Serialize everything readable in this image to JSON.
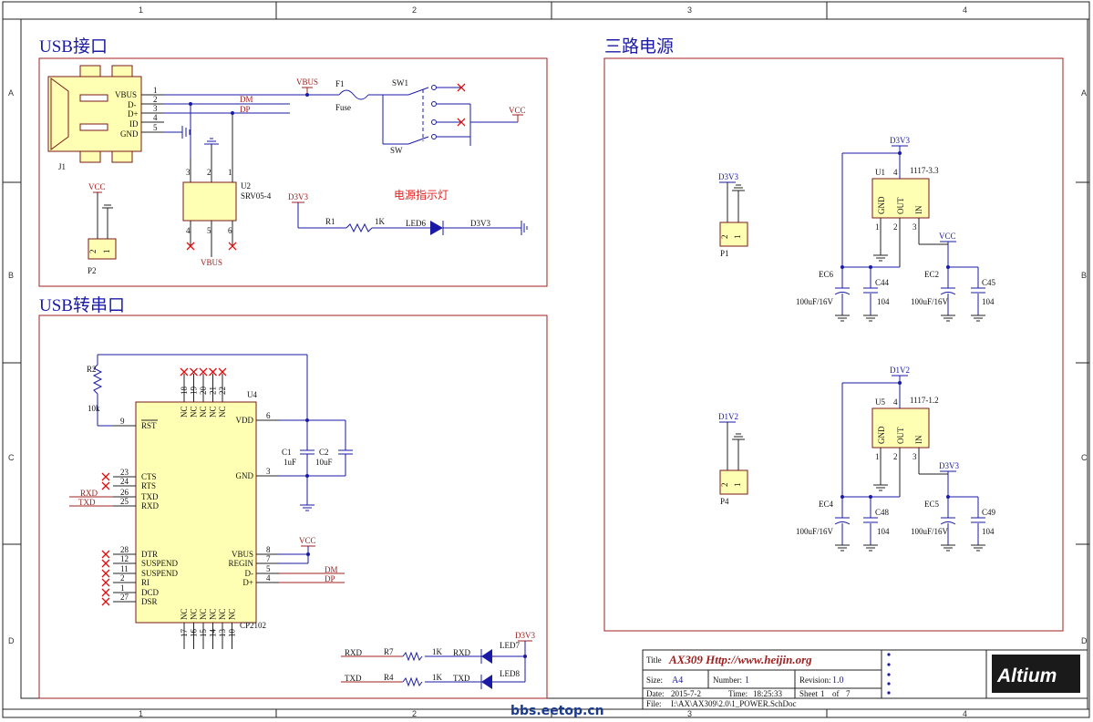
{
  "frame": {
    "cols": [
      "1",
      "2",
      "3",
      "4"
    ],
    "rows": [
      "A",
      "B",
      "C",
      "D"
    ]
  },
  "usb_port": {
    "title": "USB接口",
    "j1": {
      "ref": "J1",
      "pins": [
        "VBUS",
        "D-",
        "D+",
        "ID",
        "GND"
      ],
      "nums": [
        "1",
        "2",
        "3",
        "4",
        "5"
      ]
    },
    "nets": {
      "vbus": "VBUS",
      "dm": "DM",
      "dp": "DP",
      "vcc": "VCC",
      "vbus2": "VBUS"
    },
    "fuse": {
      "ref": "F1",
      "val": "Fuse"
    },
    "sw": {
      "ref": "SW1",
      "val": "SW"
    },
    "u2": {
      "ref": "U2",
      "val": "SRV05-4",
      "top": [
        "3",
        "2",
        "1"
      ],
      "bot": [
        "4",
        "5",
        "6"
      ]
    },
    "p2": {
      "ref": "P2",
      "net": "VCC",
      "pins": [
        "2",
        "1"
      ]
    },
    "led_label": "电源指示灯",
    "led_net": "D3V3",
    "r1": {
      "ref": "R1",
      "val": "1K"
    },
    "led6": {
      "ref": "LED6",
      "net": "D3V3"
    }
  },
  "usb_serial": {
    "title": "USB转串口",
    "u4": {
      "ref": "U4",
      "part": "CP2102",
      "left": [
        {
          "n": "9",
          "s": "RST"
        },
        {
          "n": "23",
          "s": "CTS"
        },
        {
          "n": "24",
          "s": "RTS"
        },
        {
          "n": "26",
          "s": "TXD"
        },
        {
          "n": "25",
          "s": "RXD"
        },
        {
          "n": "28",
          "s": "DTR"
        },
        {
          "n": "12",
          "s": "SUSPEND"
        },
        {
          "n": "11",
          "s": "SUSPEND"
        },
        {
          "n": "2",
          "s": "RI"
        },
        {
          "n": "1",
          "s": "DCD"
        },
        {
          "n": "27",
          "s": "DSR"
        }
      ],
      "right": [
        {
          "n": "6",
          "s": "VDD"
        },
        {
          "n": "3",
          "s": "GND"
        },
        {
          "n": "8",
          "s": "VBUS"
        },
        {
          "n": "7",
          "s": "REGIN"
        },
        {
          "n": "5",
          "s": "D-"
        },
        {
          "n": "4",
          "s": "D+"
        }
      ],
      "top_nums": [
        "18",
        "19",
        "20",
        "21",
        "22"
      ],
      "bot_nums": [
        "17",
        "16",
        "15",
        "14",
        "13",
        "10"
      ],
      "nc": "NC"
    },
    "r2": {
      "ref": "R2",
      "val": "10k"
    },
    "c1": {
      "ref": "C1",
      "val": "1uF"
    },
    "c2": {
      "ref": "C2",
      "val": "10uF"
    },
    "nets": {
      "rxd": "RXD",
      "txd": "TXD",
      "vcc": "VCC",
      "dm": "DM",
      "dp": "DP",
      "d3v3": "D3V3"
    },
    "r7": {
      "ref": "R7",
      "val": "1K"
    },
    "r4": {
      "ref": "R4",
      "val": "1K"
    },
    "led7": {
      "ref": "LED7",
      "lbl": "RXD"
    },
    "led8": {
      "ref": "LED8",
      "lbl": "TXD"
    }
  },
  "power": {
    "title": "三路电源",
    "reg1": {
      "ref": "U1",
      "val": "1117-3.3",
      "out": "D3V3",
      "in": "VCC",
      "pins": [
        "GND",
        "OUT",
        "IN"
      ],
      "nums": [
        "1",
        "2",
        "3",
        "4"
      ],
      "ec_a": {
        "ref": "EC6",
        "val": "100uF/16V"
      },
      "c_a": {
        "ref": "C44",
        "val": "104"
      },
      "ec_b": {
        "ref": "EC2",
        "val": "100uF/16V"
      },
      "c_b": {
        "ref": "C45",
        "val": "104"
      }
    },
    "reg2": {
      "ref": "U5",
      "val": "1117-1.2",
      "out": "D1V2",
      "in": "D3V3",
      "pins": [
        "GND",
        "OUT",
        "IN"
      ],
      "nums": [
        "1",
        "2",
        "3",
        "4"
      ],
      "ec_a": {
        "ref": "EC4",
        "val": "100uF/16V"
      },
      "c_a": {
        "ref": "C48",
        "val": "104"
      },
      "ec_b": {
        "ref": "EC5",
        "val": "100uF/16V"
      },
      "c_b": {
        "ref": "C49",
        "val": "104"
      }
    },
    "p1": {
      "ref": "P1",
      "net": "D3V3",
      "pins": [
        "2",
        "1"
      ]
    },
    "p4": {
      "ref": "P4",
      "net": "D1V2",
      "pins": [
        "2",
        "1"
      ]
    }
  },
  "title_block": {
    "title_lbl": "Title",
    "title": "AX309   Http://www.heijin.org",
    "size_lbl": "Size:",
    "size": "A4",
    "number_lbl": "Number:",
    "number": "1",
    "rev_lbl": "Revision:",
    "rev": "1.0",
    "date_lbl": "Date:",
    "date": "2015-7-2",
    "time_lbl": "Time:",
    "time": "18:25:33",
    "sheet_lbl": "Sheet",
    "sheet": "1",
    "of_lbl": "of",
    "sheets": "7",
    "file_lbl": "File:",
    "file": "I:\\AX\\AX309\\2.0\\1_POWER.SchDoc",
    "logo": "Altium"
  },
  "watermark": "bbs.eetop.cn"
}
